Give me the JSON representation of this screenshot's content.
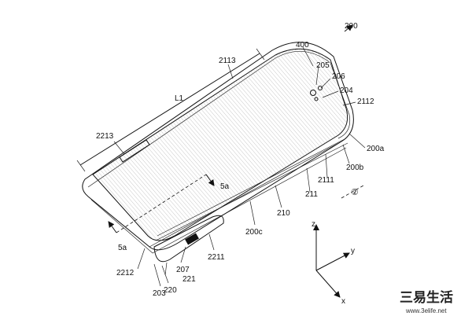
{
  "figure_number": "200",
  "labels": {
    "l400": "400",
    "l205": "205",
    "l206": "206",
    "l204": "204",
    "l2112": "2112",
    "l2113": "2113",
    "lL1": "L1",
    "l2213": "2213",
    "l200a": "200a",
    "l200b": "200b",
    "l2111": "2111",
    "l211": "211",
    "l210": "210",
    "l200c": "200c",
    "l5a_top": "5a",
    "l5a_bottom": "5a",
    "l2212": "2212",
    "l2211": "2211",
    "l207": "207",
    "l221": "221",
    "l220": "220",
    "l203": "203",
    "l_direction": "②"
  },
  "axes": {
    "z": "z",
    "y": "y",
    "x": "x"
  },
  "watermark": {
    "logo_text": "三易生活",
    "url": "www.3elife.net"
  },
  "colors": {
    "ink": "#111111",
    "hatch": "#9a9a9a",
    "background": "#ffffff"
  }
}
